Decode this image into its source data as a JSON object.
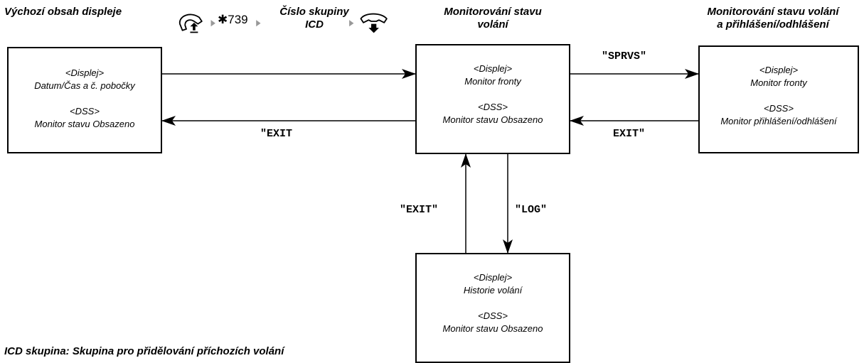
{
  "headers": {
    "default": "Výchozí obsah displeje",
    "group_line1": "Číslo skupiny",
    "group_line2": "ICD",
    "monitor_line1": "Monitorování stavu",
    "monitor_line2": "volání",
    "login_line1": "Monitorování stavu volání",
    "login_line2": "a přihlášení/odhlášení"
  },
  "sequence": {
    "code": "✱739",
    "offhook_icon": "offhook-handset-icon",
    "onhook_icon": "onhook-handset-icon"
  },
  "boxes": {
    "default": {
      "display_tag": "<Displej>",
      "display_text": "Datum/Čas a č. pobočky",
      "dss_tag": "<DSS>",
      "dss_text": "Monitor stavu Obsazeno"
    },
    "monitor": {
      "display_tag": "<Displej>",
      "display_text": "Monitor fronty",
      "dss_tag": "<DSS>",
      "dss_text": "Monitor stavu Obsazeno"
    },
    "login": {
      "display_tag": "<Displej>",
      "display_text": "Monitor fronty",
      "dss_tag": "<DSS>",
      "dss_text": "Monitor přihlášení/odhlášení"
    },
    "log": {
      "display_tag": "<Displej>",
      "display_text": "Historie volání",
      "dss_tag": "<DSS>",
      "dss_text": "Monitor stavu Obsazeno"
    }
  },
  "edge_labels": {
    "exit_left": "\"EXIT",
    "sprvs": "\"SPRVS\"",
    "exit_right": "EXIT\"",
    "exit_up": "\"EXIT\"",
    "log": "\"LOG\""
  },
  "footnote": "ICD skupina: Skupina pro přidělování příchozích volání"
}
